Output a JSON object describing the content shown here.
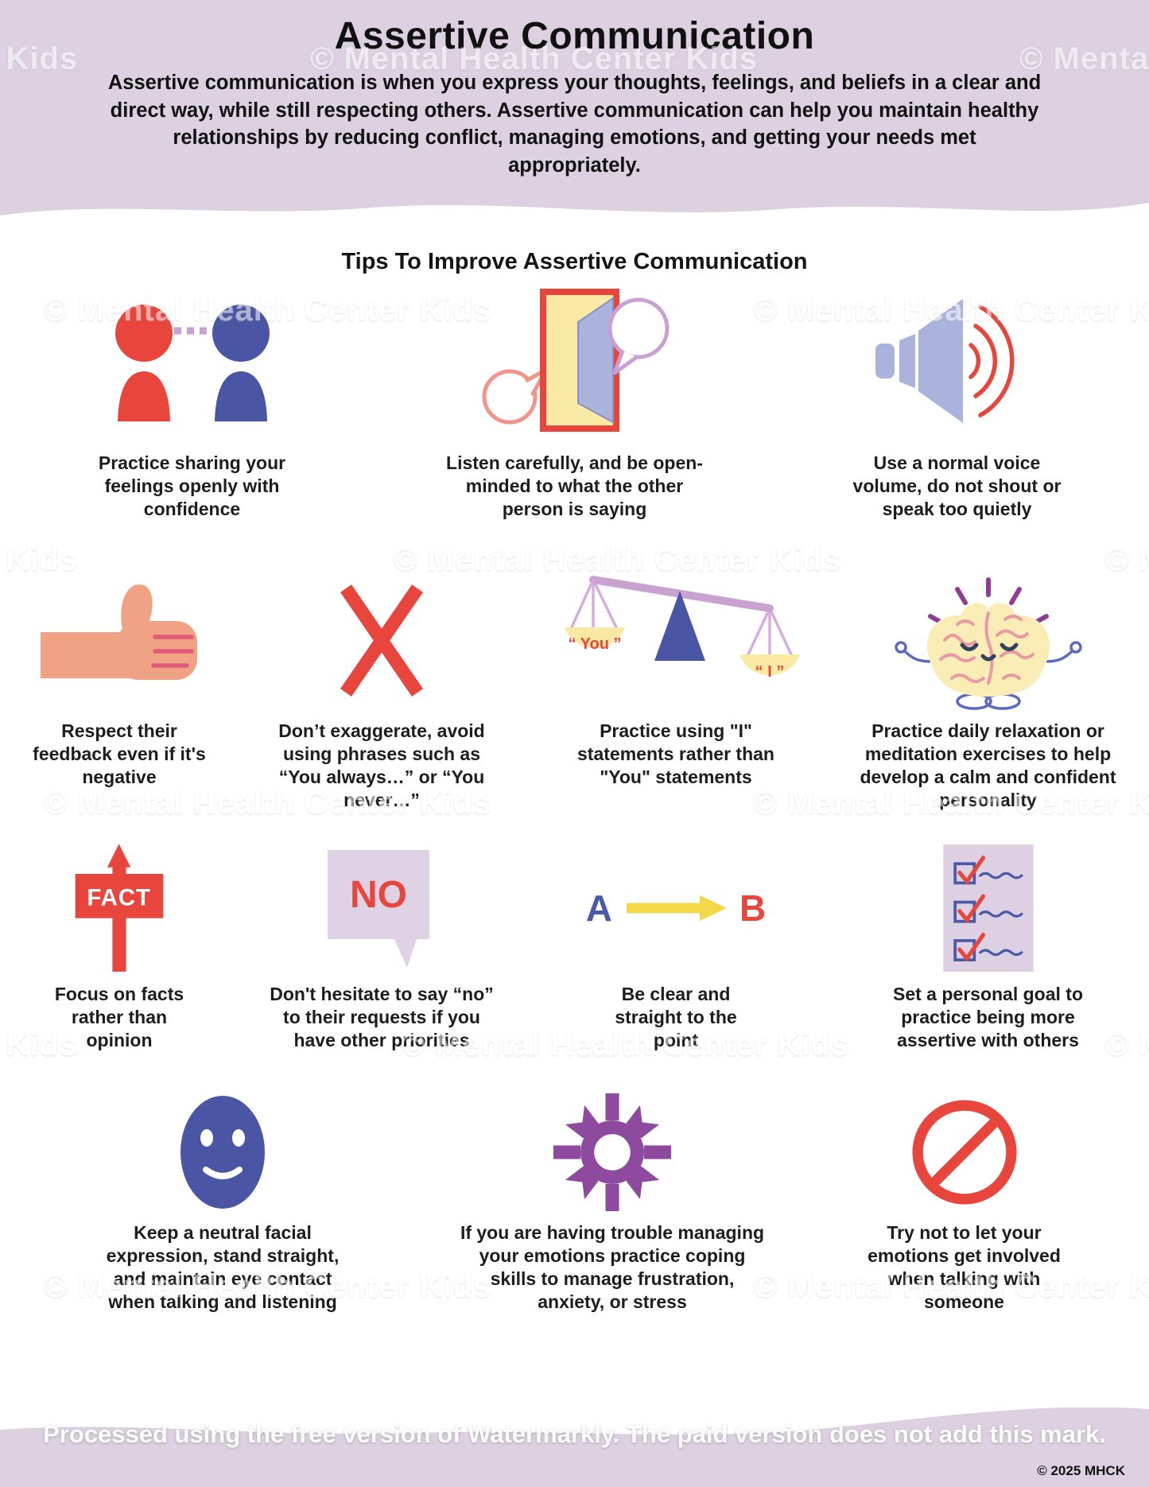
{
  "header": {
    "title": "Assertive Communication",
    "intro": "Assertive communication is when you express your thoughts, feelings, and beliefs in a clear and direct way, while still respecting others.  Assertive communication can help you maintain healthy relationships by reducing conflict, managing emotions, and getting your needs met appropriately."
  },
  "section": {
    "heading": "Tips To Improve Assertive Communication"
  },
  "tips": [
    {
      "icon": "two-people-talking",
      "caption": "Practice sharing your feelings openly with confidence"
    },
    {
      "icon": "open-door-speech-bubbles",
      "caption": "Listen carefully, and be open-minded to what the other person is saying"
    },
    {
      "icon": "speaker-volume",
      "caption": "Use a normal voice volume, do not shout or speak too quietly"
    },
    {
      "icon": "thumbs-up",
      "caption": "Respect their feedback even if it's negative"
    },
    {
      "icon": "red-x",
      "caption": "Don’t exaggerate, avoid using phrases such as “You always…” or “You never…”"
    },
    {
      "icon": "balance-scale",
      "caption": "Practice using \"I\" statements rather than \"You\" statements"
    },
    {
      "icon": "meditating-brain",
      "caption": "Practice daily relaxation or meditation exercises to help develop a calm and confident personality"
    },
    {
      "icon": "fact-sign",
      "caption": "Focus on facts rather than opinion"
    },
    {
      "icon": "no-speech-bubble",
      "caption": "Don't hesitate to say “no” to their requests if you have other priorities"
    },
    {
      "icon": "a-to-b-arrow",
      "caption": "Be clear and straight to the point"
    },
    {
      "icon": "checklist",
      "caption": "Set a personal goal to practice being more assertive with others"
    },
    {
      "icon": "neutral-face",
      "caption": "Keep a neutral facial expression, stand straight, and maintain eye contact when talking and listening"
    },
    {
      "icon": "gear",
      "caption": "If you are having trouble managing your emotions practice coping skills to manage frustration, anxiety, or stress"
    },
    {
      "icon": "prohibition-sign",
      "caption": "Try not to let your emotions get involved when talking with someone"
    }
  ],
  "icon_labels": {
    "scale_left": "“ You ”",
    "scale_right": "“ I ”",
    "fact": "FACT",
    "no": "NO",
    "a": "A",
    "b": "B"
  },
  "watermark": {
    "text": "© Mental Health Center Kids"
  },
  "footer": {
    "notice": "Processed using the free version of Watermarkly. The paid version does not add this mark.",
    "copyright": "© 2025 MHCK"
  },
  "colors": {
    "header_bg": "#ddd1e1",
    "accent_red": "#e8463c",
    "accent_blue": "#4a56a3",
    "periwinkle": "#a9b3dc",
    "lavender_bubble": "#ded2e4",
    "pan_yellow": "#f9e9a2",
    "brain_yellow": "#f9ecb4",
    "gear_purple": "#8e4a9e",
    "beam_purple": "#c9a2d2",
    "skin": "#f2a284",
    "arrow_yellow": "#f5d848"
  }
}
